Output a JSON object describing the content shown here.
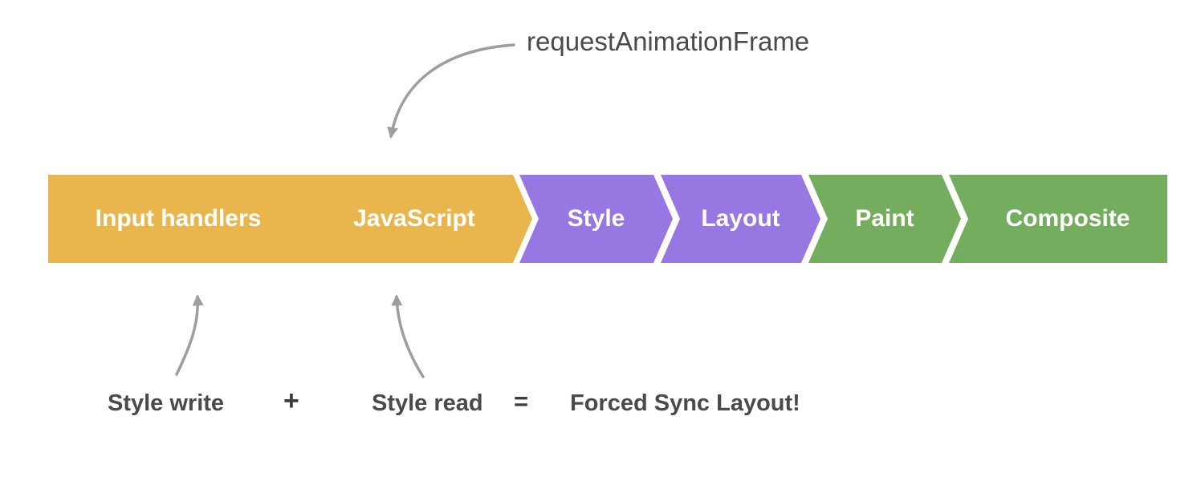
{
  "annotations": {
    "raf_label": "requestAnimationFrame",
    "style_write": "Style write",
    "plus": "+",
    "style_read": "Style read",
    "equals": "=",
    "forced_sync": "Forced Sync Layout!"
  },
  "pipeline": {
    "segments": [
      {
        "label": "Input handlers",
        "color": "#E9B64D"
      },
      {
        "label": "JavaScript",
        "color": "#E9B64D"
      },
      {
        "label": "Style",
        "color": "#9778E2"
      },
      {
        "label": "Layout",
        "color": "#9778E2"
      },
      {
        "label": "Paint",
        "color": "#75AD5F"
      },
      {
        "label": "Composite",
        "color": "#75AD5F"
      }
    ],
    "label_color": "#FFFFFF"
  },
  "colors": {
    "background": "#FFFFFF",
    "arrow": "#9E9E9E",
    "annotation_text": "#4A4A4A"
  }
}
